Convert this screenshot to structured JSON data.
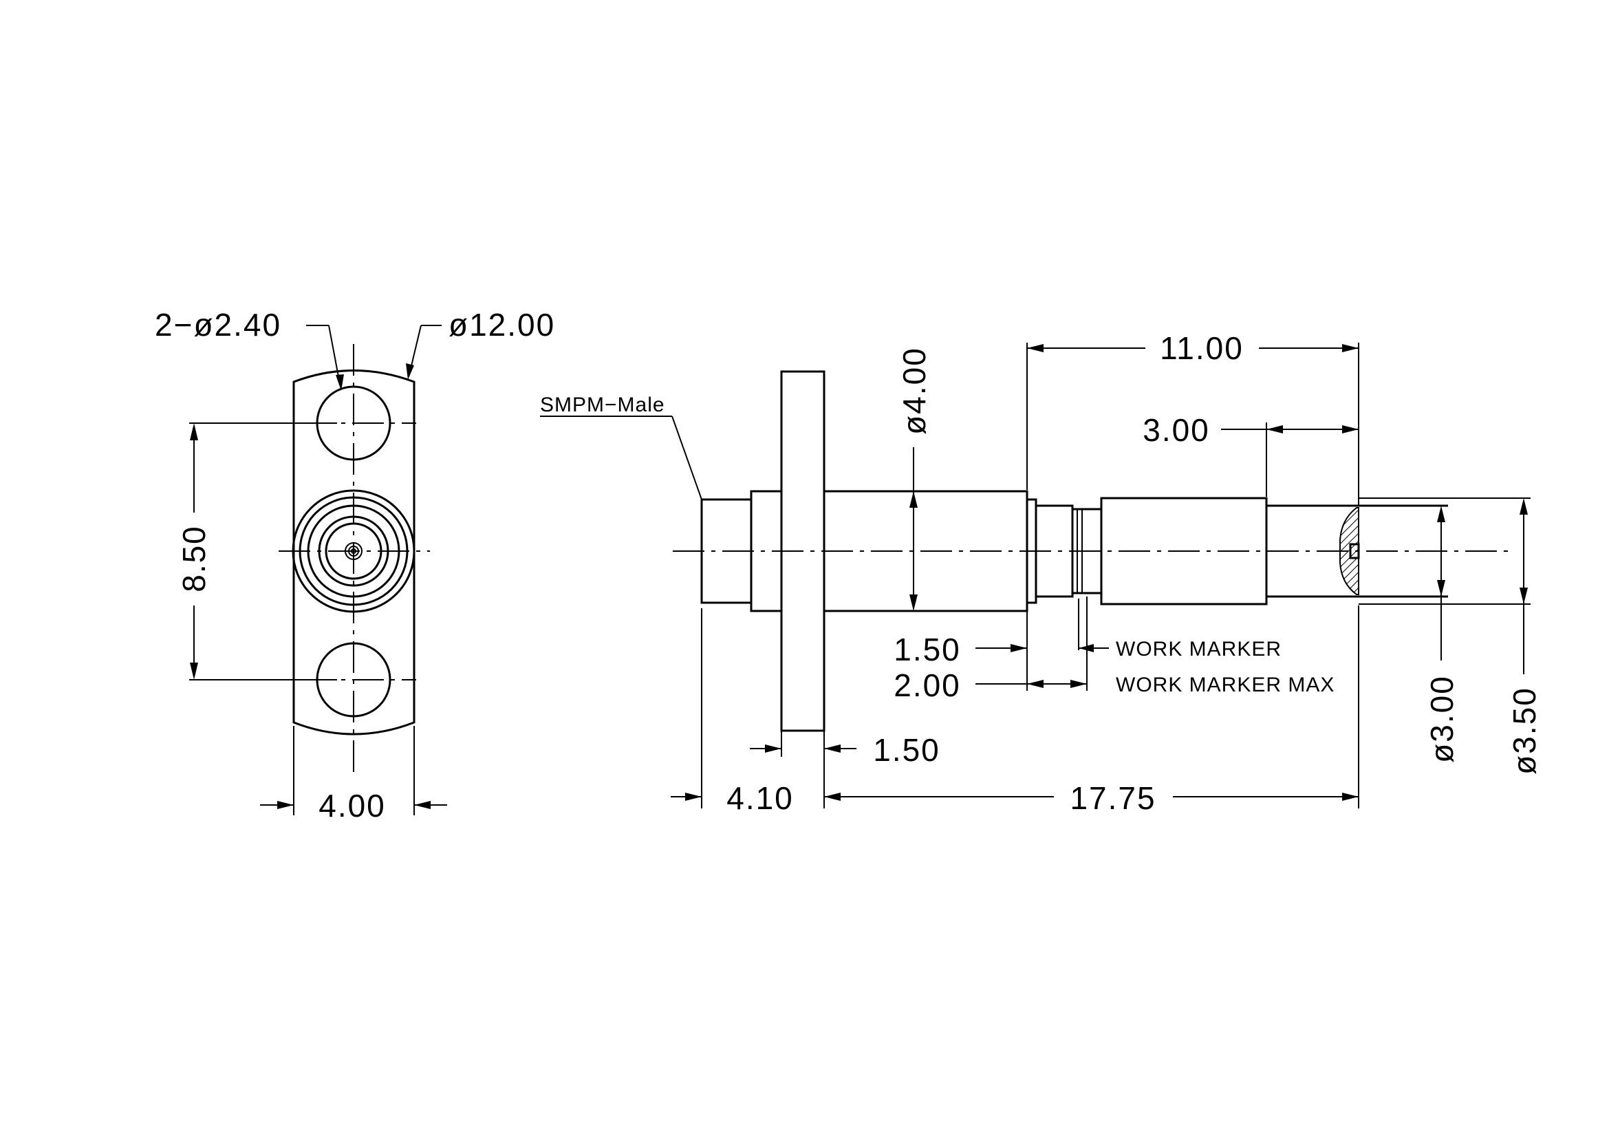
{
  "front_view": {
    "hole_callout": "2−ø2.40",
    "flange_diameter": "ø12.00",
    "hole_spacing": "8.50",
    "flange_width": "4.00"
  },
  "side_view": {
    "connector_label": "SMPM−Male",
    "body_diameter": "ø4.00",
    "overall_right_length": "11.00",
    "tip_length": "3.00",
    "dim_1_50_a": "1.50",
    "dim_2_00": "2.00",
    "work_marker": "WORK  MARKER",
    "work_marker_max": "WORK  MARKER  MAX",
    "flange_thickness": "1.50",
    "front_length": "4.10",
    "overall_length": "17.75",
    "tip_diameter_inner": "ø3.00",
    "tip_diameter_outer": "ø3.50"
  }
}
